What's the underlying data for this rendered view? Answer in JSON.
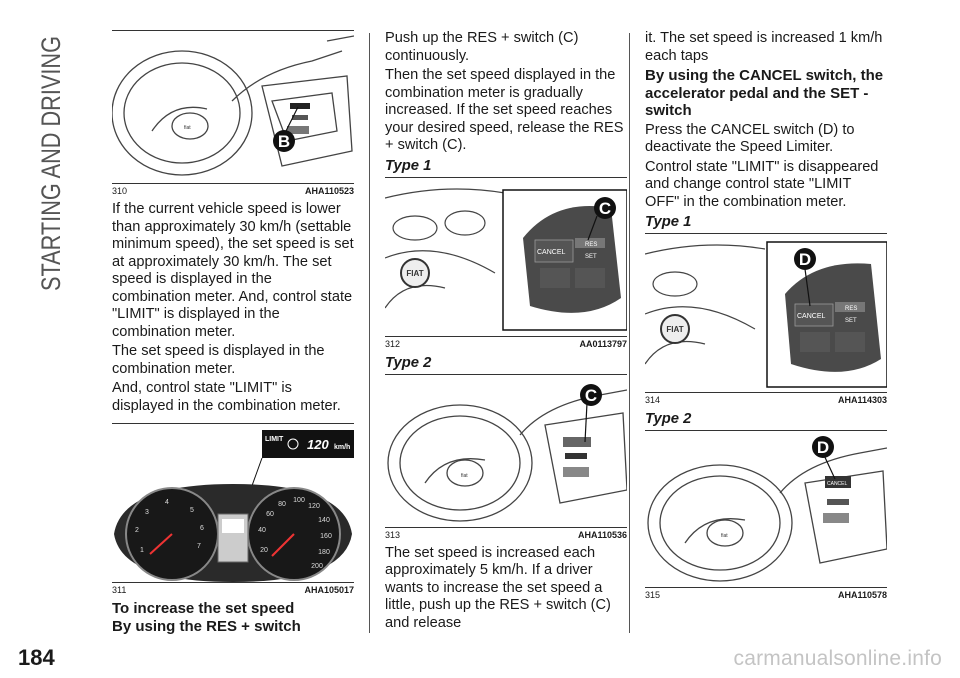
{
  "section_title": "STARTING AND DRIVING",
  "page_number": "184",
  "watermark": "carmanualsonline.info",
  "col1": {
    "fig310": {
      "num": "310",
      "code": "AHA110523",
      "callout": "B"
    },
    "para1": "If the current vehicle speed is lower than approximately 30 km/h (settable minimum speed), the set speed is set at approximately 30 km/h. The set speed is displayed in the combination meter. And, control state \"LIMIT\" is displayed in the combination meter.",
    "para2": "The set speed is displayed in the combination meter.",
    "para3": "And, control state \"LIMIT\" is displayed in the combination meter.",
    "fig311": {
      "num": "311",
      "code": "AHA105017",
      "limit_label": "LIMIT",
      "speed": "120",
      "unit": "km/h"
    },
    "heading1": "To increase the set speed",
    "heading2": "By using the RES + switch"
  },
  "col2": {
    "para1": "Push up the RES + switch (C) continuously.",
    "para2": "Then the set speed displayed in the combination meter is gradually increased. If the set speed reaches your desired speed, release the RES + switch (C).",
    "type1": "Type 1",
    "fig312": {
      "num": "312",
      "code": "AA0113797",
      "callout": "C",
      "cancel": "CANCEL",
      "res": "RES",
      "set": "SET"
    },
    "type2": "Type 2",
    "fig313": {
      "num": "313",
      "code": "AHA110536",
      "callout": "C"
    },
    "para3": "The set speed is increased each approximately 5 km/h. If a driver wants to increase the set speed a little, push up the RES + switch (C) and release"
  },
  "col3": {
    "para1": "it. The set speed is increased 1 km/h each taps",
    "heading": "By using the CANCEL switch, the accelerator pedal and the SET - switch",
    "para2": "Press the CANCEL switch (D) to deactivate the Speed Limiter.",
    "para3": "Control state \"LIMIT\" is disappeared and change control state \"LIMIT OFF\" in the combination meter.",
    "type1": "Type 1",
    "fig314": {
      "num": "314",
      "code": "AHA114303",
      "callout": "D",
      "cancel": "CANCEL",
      "res": "RES",
      "set": "SET"
    },
    "type2": "Type 2",
    "fig315": {
      "num": "315",
      "code": "AHA110578",
      "callout": "D",
      "cancel": "CANCEL"
    }
  }
}
